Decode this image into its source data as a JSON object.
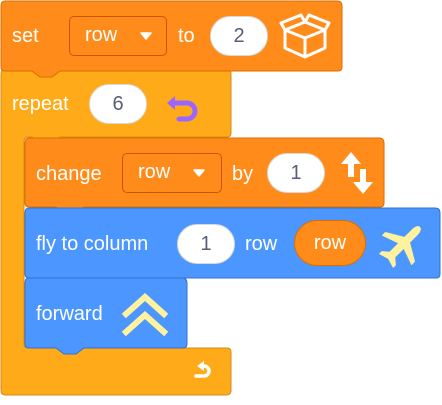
{
  "colors": {
    "control": "#ffab19",
    "control_border": "#cf8b17",
    "variables": "#ff8c1a",
    "variables_border": "#db6e00",
    "motion": "#4c97ff",
    "motion_border": "#3373cc",
    "dropdown_fill": "#ff8c1a",
    "icon_yellow": "#fff29e",
    "icon_purple": "#9966ff",
    "text": "#ffffff",
    "pill_text": "#575e75"
  },
  "blocks": {
    "set_block": {
      "label_set": "set",
      "variable": "row",
      "label_to": "to",
      "value": "2",
      "icon": "box-icon"
    },
    "repeat_block": {
      "label": "repeat",
      "times": "6",
      "icon": "loop-arrow-icon",
      "footer_icon": "repeat-arrow-icon"
    },
    "change_block": {
      "label_change": "change",
      "variable": "row",
      "label_by": "by",
      "value": "1",
      "icon": "up-down-arrows-icon"
    },
    "fly_block": {
      "label": "fly to column",
      "column_value": "1",
      "label_row": "row",
      "row_reporter": "row",
      "icon": "airplane-icon"
    },
    "forward_block": {
      "label": "forward",
      "icon": "double-chevron-up-icon"
    }
  }
}
